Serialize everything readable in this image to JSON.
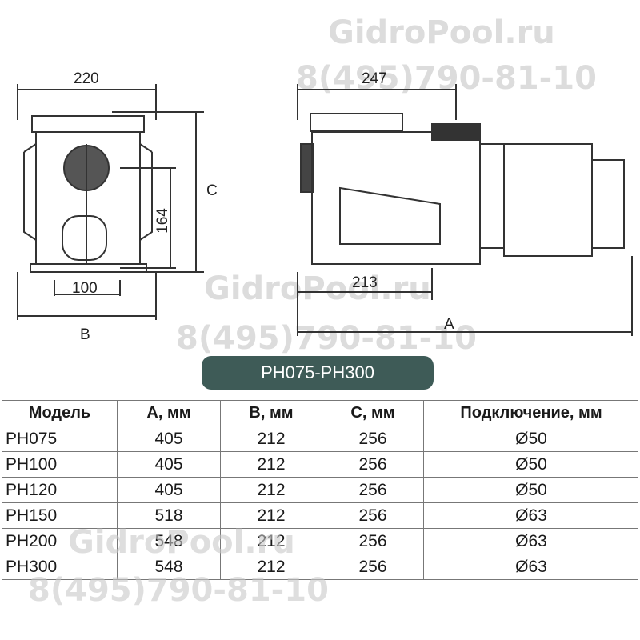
{
  "watermark": {
    "site": "GidroPool.ru",
    "phone": "8(495)790-81-10"
  },
  "dimensions": {
    "front_width": "220",
    "b_label": "B",
    "c_label": "C",
    "height_164": "164",
    "base_100": "100",
    "side_width": "247",
    "side_213": "213",
    "a_label": "A"
  },
  "badge": "PH075-PH300",
  "table": {
    "headers": [
      "Модель",
      "A, мм",
      "B, мм",
      "C, мм",
      "Подключение, мм"
    ],
    "rows": [
      [
        "PH075",
        "405",
        "212",
        "256",
        "Ø50"
      ],
      [
        "PH100",
        "405",
        "212",
        "256",
        "Ø50"
      ],
      [
        "PH120",
        "405",
        "212",
        "256",
        "Ø50"
      ],
      [
        "PH150",
        "518",
        "212",
        "256",
        "Ø63"
      ],
      [
        "PH200",
        "548",
        "212",
        "256",
        "Ø63"
      ],
      [
        "PH300",
        "548",
        "212",
        "256",
        "Ø63"
      ]
    ]
  }
}
